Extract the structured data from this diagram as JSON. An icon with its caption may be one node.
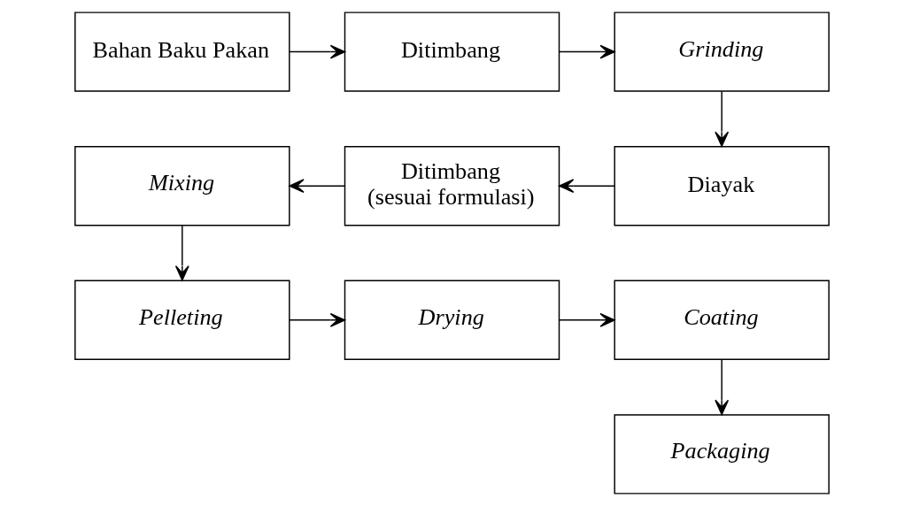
{
  "diagram": {
    "nodes": [
      {
        "text": [
          "Bahan Baku Pakan"
        ]
      },
      {
        "text": [
          "Ditimbang"
        ]
      },
      {
        "text": [
          "Grinding"
        ]
      },
      {
        "text": [
          "Diayak"
        ]
      },
      {
        "text": [
          "Ditimbang (sesuai formulasi)"
        ]
      },
      {
        "text": [
          "Mixing"
        ]
      },
      {
        "text": [
          "Pelleting"
        ]
      },
      {
        "text": [
          "Drying"
        ]
      },
      {
        "text": [
          "Coating"
        ]
      },
      {
        "text": [
          "Packaging"
        ]
      }
    ],
    "edges": [
      {
        "from": 0,
        "to": 1,
        "arrow": "to"
      },
      {
        "from": 1,
        "to": 2,
        "arrow": "to"
      },
      {
        "from": 2,
        "to": 3,
        "arrow": "to"
      },
      {
        "from": 3,
        "to": 4,
        "arrow": "to"
      },
      {
        "from": 4,
        "to": 5,
        "arrow": "to"
      },
      {
        "from": 5,
        "to": 6,
        "arrow": "to"
      },
      {
        "from": 6,
        "to": 7,
        "arrow": "to"
      },
      {
        "from": 7,
        "to": 8,
        "arrow": "to"
      },
      {
        "from": 8,
        "to": 9,
        "arrow": "to"
      }
    ]
  }
}
